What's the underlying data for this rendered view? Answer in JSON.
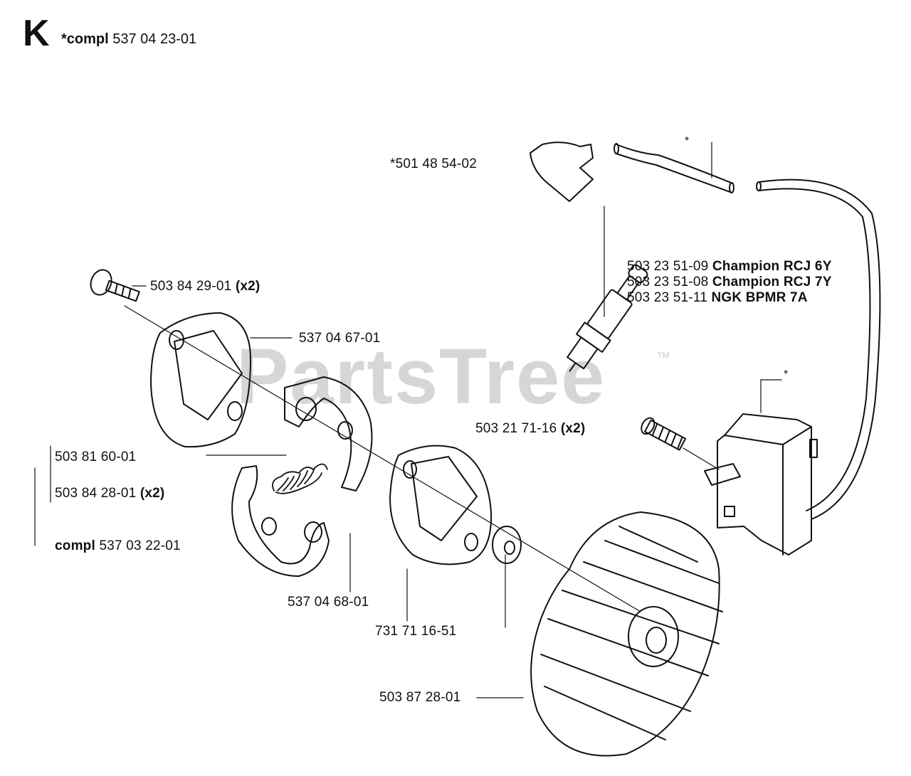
{
  "header": {
    "section_letter": "K",
    "compl_prefix": "*compl",
    "compl_number": "537 04 23-01"
  },
  "watermark": {
    "text": "PartsTree",
    "trademark": "™"
  },
  "parts": {
    "p_501485402": "*501 48 54-02",
    "p_503842901": "503 84 29-01",
    "p_503842901_qty": "(x2)",
    "p_537046701": "537 04 67-01",
    "p_503235109": "503 23 51-09",
    "p_503235109_desc": "Champion RCJ 6Y",
    "p_503235108": "503 23 51-08",
    "p_503235108_desc": "Champion RCJ 7Y",
    "p_503235111": "503 23 51-11",
    "p_503235111_desc": "NGK BPMR 7A",
    "p_503217116": "503 21 71-16",
    "p_503217116_qty": "(x2)",
    "p_503816001": "503 81 60-01",
    "p_503842801": "503 84 28-01",
    "p_503842801_qty": "(x2)",
    "p_compl_prefix": "compl",
    "p_537032201": "537 03 22-01",
    "p_537046801": "537 04 68-01",
    "p_731711651": "731 71 16-51",
    "p_503872801": "503 87 28-01"
  },
  "asterisks": {
    "hose_star": "*",
    "module_star": "*"
  }
}
